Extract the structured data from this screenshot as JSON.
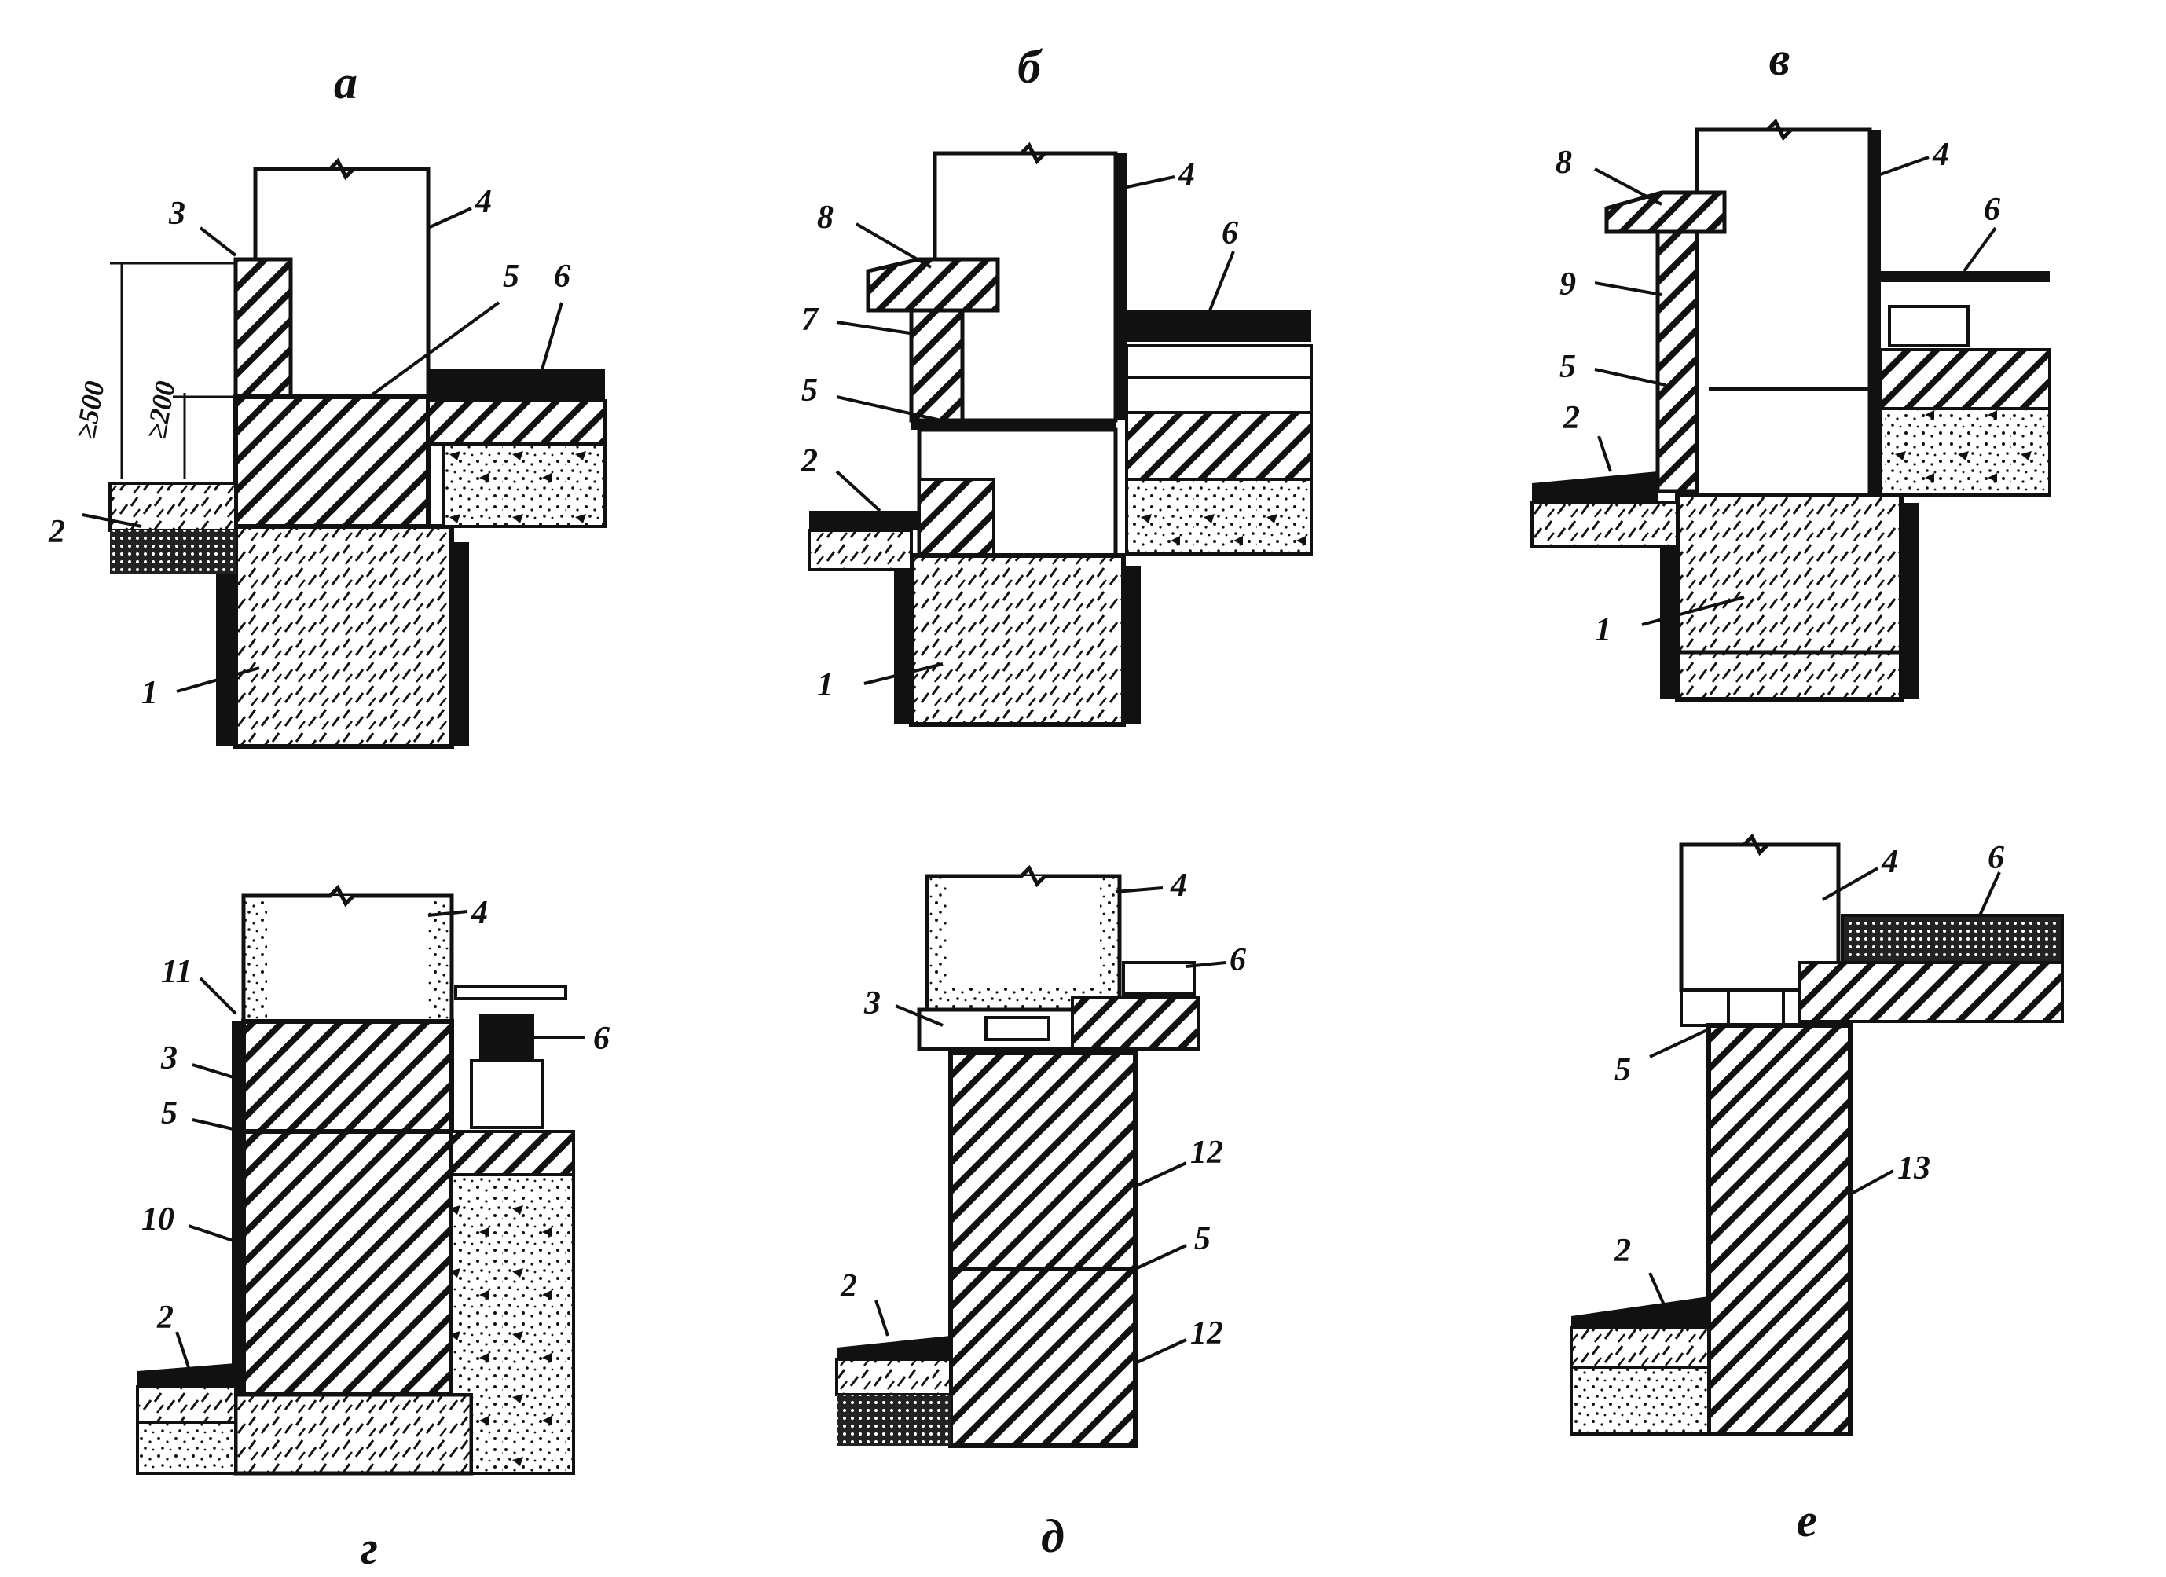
{
  "panels": {
    "a": {
      "label": "а"
    },
    "b": {
      "label": "б"
    },
    "v": {
      "label": "в"
    },
    "g": {
      "label": "г"
    },
    "d": {
      "label": "д"
    },
    "e": {
      "label": "е"
    }
  },
  "dimensions": {
    "d500": "≥500",
    "d200": "≥200"
  },
  "callouts": {
    "n1": "1",
    "n2": "2",
    "n3": "3",
    "n4": "4",
    "n5": "5",
    "n6": "6",
    "n7": "7",
    "n8": "8",
    "n9": "9",
    "n10": "10",
    "n11": "11",
    "n12": "12",
    "n13": "13"
  }
}
